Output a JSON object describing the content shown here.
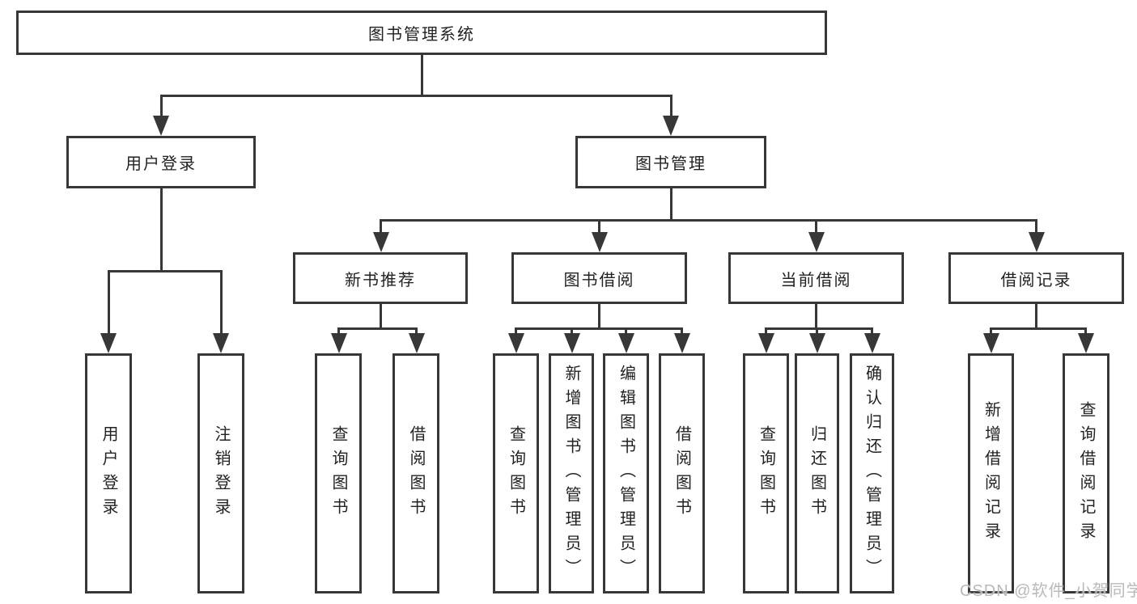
{
  "tree": {
    "label": "图书管理系统",
    "children": [
      {
        "label": "用户登录",
        "children": [
          {
            "label": "用户登录"
          },
          {
            "label": "注销登录"
          }
        ]
      },
      {
        "label": "图书管理",
        "children": [
          {
            "label": "新书推荐",
            "children": [
              {
                "label": "查询图书"
              },
              {
                "label": "借阅图书"
              }
            ]
          },
          {
            "label": "图书借阅",
            "children": [
              {
                "label": "查询图书"
              },
              {
                "label": "新增图书（管理员）"
              },
              {
                "label": "编辑图书（管理员）"
              },
              {
                "label": "借阅图书"
              }
            ]
          },
          {
            "label": "当前借阅",
            "children": [
              {
                "label": "查询图书"
              },
              {
                "label": "归还图书"
              },
              {
                "label": "确认归还（管理员）"
              }
            ]
          },
          {
            "label": "借阅记录",
            "children": [
              {
                "label": "新增借阅记录"
              },
              {
                "label": "查询借阅记录"
              }
            ]
          }
        ]
      }
    ]
  },
  "watermark": {
    "text": "CSDN @软件_小贺同学"
  },
  "colors": {
    "line": "#373737",
    "text": "#222222",
    "box_background": "#ffffff",
    "watermark": "#b9b9b9"
  }
}
